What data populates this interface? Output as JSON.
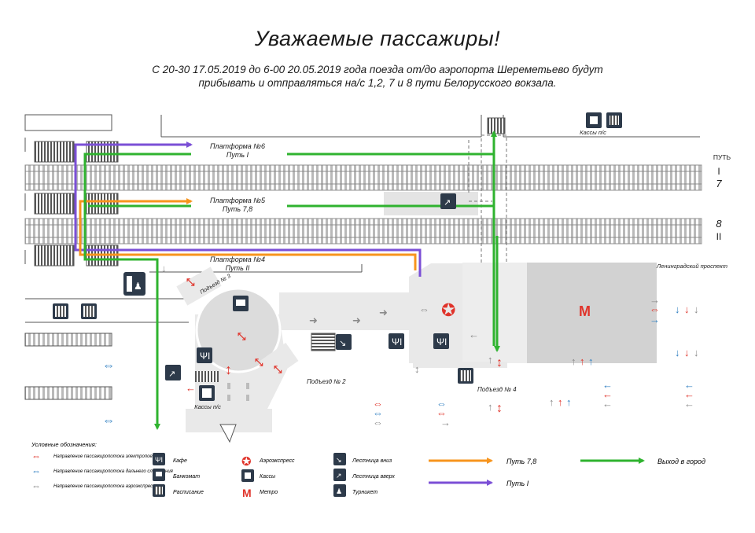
{
  "title": "Уважаемые пассажиры!",
  "subtitle_line1": "С 20-30 17.05.2019 до 6-00 20.05.2019 года  поезда от/до аэропорта Шереметьево будут",
  "subtitle_line2": "прибывать и отправляться на/с  1,2, 7 и 8 пути Белорусского вокзала.",
  "map": {
    "platform6": "Платформа №6",
    "track1": "Путь I",
    "platform5": "Платформа №5",
    "track78": "Путь 7,8",
    "platform4": "Платформа №4",
    "track2": "Путь II",
    "kassy_ps": "Кассы п/с",
    "put_header": "ПУТЬ",
    "track_num_top1": "I",
    "track_num_top2": "7",
    "track_num_bot1": "8",
    "track_num_bot2": "II",
    "leningradsky": "Ленинградский проспект",
    "entrance2": "Подъезд № 2",
    "entrance3": "Подъезд № 3",
    "entrance4": "Подъезд № 4",
    "metro_letter": "М"
  },
  "legend": {
    "heading": "Условные обозначения:",
    "dir_electric": "Направление пассажиропотока электропоездов",
    "dir_long": "Направление пассажиропотока дальнего следования",
    "dir_aero": "Направление пассажиропотока аэроэкспресса",
    "cafe": "Кафе",
    "atm": "Банкомат",
    "schedule": "Расписание",
    "aeroexpress": "Аэроэкспресс",
    "kassy": "Кассы",
    "metro": "Метро",
    "stairs_down": "Лестница вниз",
    "stairs_up": "Лестница вверх",
    "turnstile": "Турникет",
    "route78": "Путь 7,8",
    "route1": "Путь I",
    "exit": "Выход в город"
  },
  "colors": {
    "orange": "#f7941d",
    "purple": "#7b4fd6",
    "green": "#2fb32f",
    "red": "#e0342b",
    "blue": "#2f7fc1",
    "grey": "#8a8a8a",
    "dark": "#2d3a4a",
    "floor": "#e9e9e9"
  },
  "icons": [
    "cafe-icon",
    "atm-icon",
    "schedule-icon",
    "aeroexpress-icon",
    "kassy-icon",
    "metro-icon",
    "stairs-down-icon",
    "stairs-up-icon",
    "turnstile-icon"
  ]
}
